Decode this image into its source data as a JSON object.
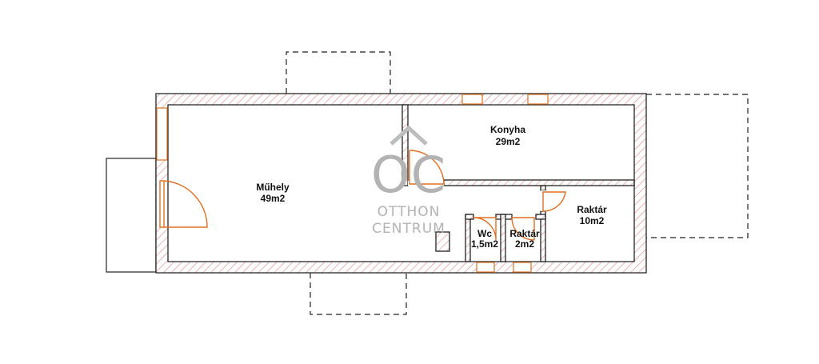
{
  "rooms": [
    {
      "name": "Műhely",
      "area": "49m2"
    },
    {
      "name": "Konyha",
      "area": "29m2"
    },
    {
      "name": "Raktár",
      "area": "10m2"
    },
    {
      "name": "Wc",
      "area": "1,5m2"
    },
    {
      "name": "Raktár",
      "area": "2m2"
    }
  ],
  "watermark": {
    "monogram": "OC",
    "line1": "OTTHON",
    "line2": "CENTRUM"
  },
  "colors": {
    "wall_hatch": "#e89a9a",
    "door": "#e07020",
    "line": "#222222",
    "watermark": "#b3b3b3"
  }
}
